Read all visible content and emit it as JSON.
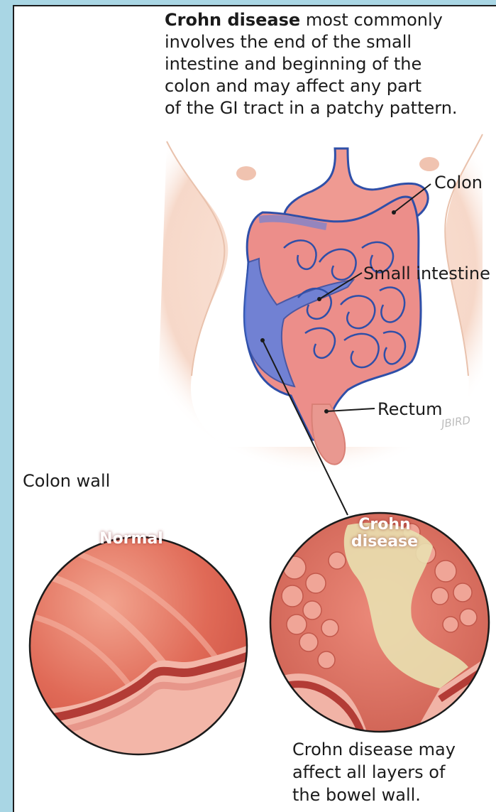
{
  "intro": {
    "bold": "Crohn disease",
    "lines": [
      " most commonly",
      "involves the end of the small",
      "intestine and beginning of the",
      "colon and may affect any part",
      "of the GI tract in a patchy pattern."
    ]
  },
  "labels": {
    "colon": "Colon",
    "small_intestine": "Small intestine",
    "rectum": "Rectum",
    "colon_wall": "Colon wall",
    "signature": "JBIRD"
  },
  "circles": {
    "normal": "Normal",
    "crohn_line1": "Crohn",
    "crohn_line2": "disease"
  },
  "caption": {
    "lines": [
      "Crohn disease may",
      "affect all layers of",
      "the bowel wall."
    ]
  },
  "colors": {
    "background": "#a9d6e4",
    "skin": "#f7d9c9",
    "intestine": "#e58a86",
    "affected": "#4a6fd6",
    "mucosa": "#e06a5a"
  }
}
